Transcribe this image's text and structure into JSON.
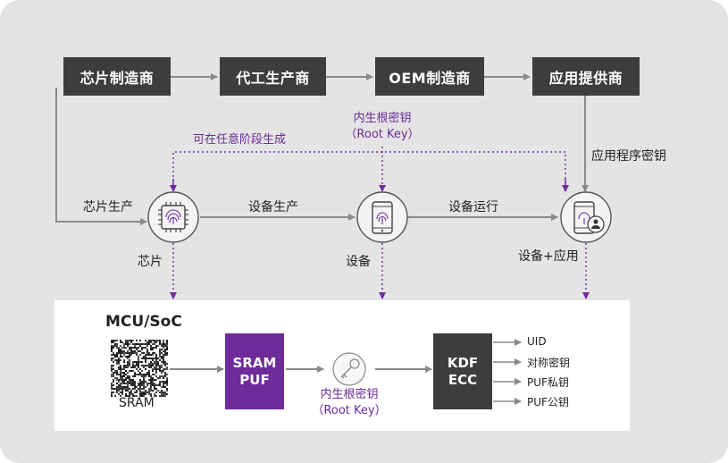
{
  "supply_chain": {
    "chip_maker": "芯片制造商",
    "oem_foundry": "代工生产商",
    "oem_maker": "OEM制造商",
    "app_provider": "应用提供商"
  },
  "flow": {
    "can_generate_any_stage": "可在任意阶段生成",
    "root_key_line1": "内生根密钥",
    "root_key_line2": "（Root Key）",
    "app_key": "应用程序密钥",
    "chip_production": "芯片生产",
    "device_production": "设备生产",
    "device_running": "设备运行",
    "chip": "芯片",
    "device": "设备",
    "device_app": "设备+应用"
  },
  "lower": {
    "title": "MCU/SoC",
    "sram": "SRAM",
    "puf_line1": "SRAM",
    "puf_line2": "PUF",
    "root_key_line1": "内生根密钥",
    "root_key_line2": "（Root Key）",
    "kdf_line1": "KDF",
    "kdf_line2": "ECC",
    "outputs": [
      "UID",
      "对称密钥",
      "PUF私钥",
      "PUF公钥"
    ]
  },
  "colors": {
    "purple": "#6e2c9b",
    "dark": "#3d3d3d",
    "panel": "#e4e4e4"
  },
  "icons": [
    "chip-fingerprint-icon",
    "phone-fingerprint-icon",
    "phone-user-icon",
    "key-icon",
    "qr-noise-icon"
  ]
}
